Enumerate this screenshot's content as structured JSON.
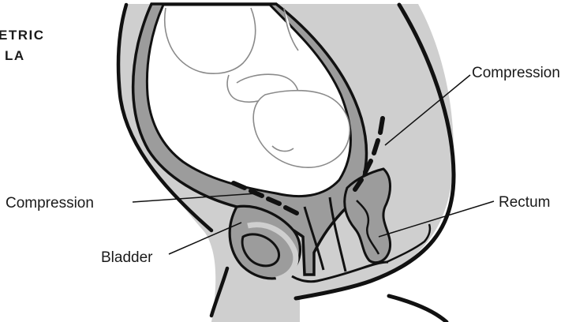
{
  "clipped_heading": {
    "line1": "ETRIC",
    "line2": "LA"
  },
  "labels": {
    "compression_right": "Compression",
    "compression_left": "Compression",
    "rectum": "Rectum",
    "bladder": "Bladder"
  },
  "colors": {
    "tissue_light": "#cfcfcf",
    "tissue_dark": "#9c9c9c",
    "outline": "#111111",
    "fetus": "#ffffff",
    "background": "#ffffff"
  }
}
